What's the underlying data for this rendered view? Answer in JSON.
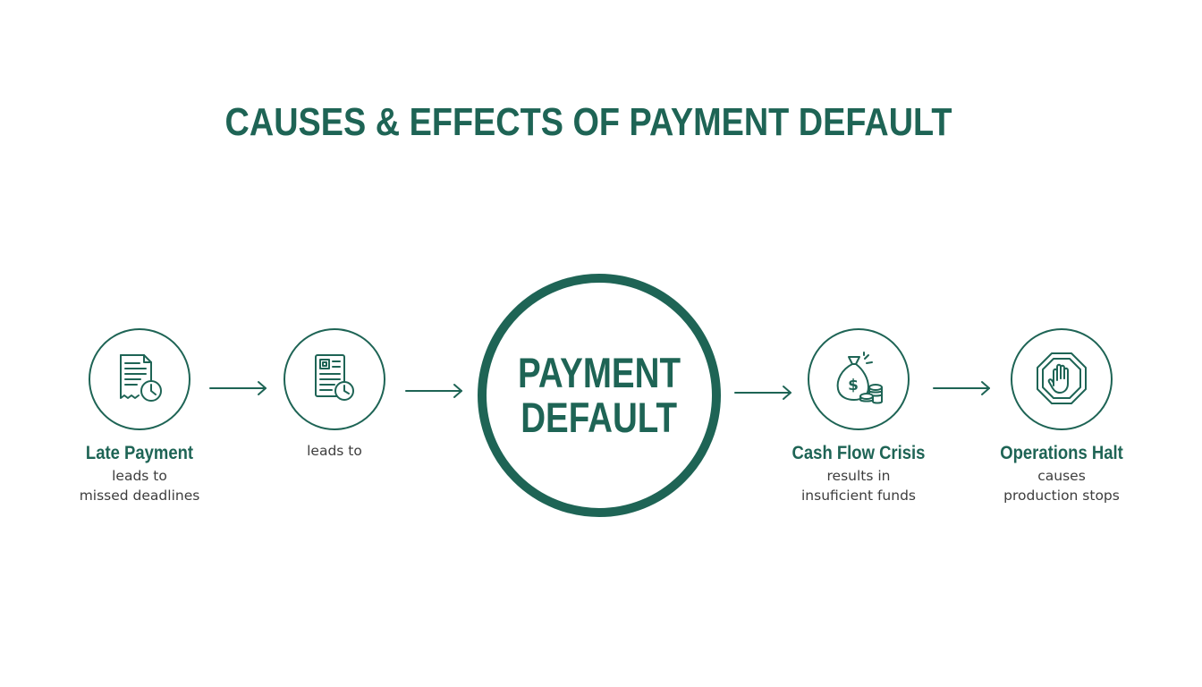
{
  "colors": {
    "accent": "#1e6455",
    "text": "#3d3d3d",
    "background": "#ffffff"
  },
  "title": "CAUSES & EFFECTS OF PAYMENT DEFAULT",
  "center": {
    "line1": "PAYMENT",
    "line2": "DEFAULT"
  },
  "nodes": [
    {
      "icon": "document-clock-icon",
      "title": "Late Payment",
      "desc1": "leads to",
      "desc2": "missed deadlines"
    },
    {
      "icon": "invoice-clock-icon",
      "title": "",
      "desc1": "leads to",
      "desc2": ""
    },
    {
      "icon": "money-bag-coins-icon",
      "title": "Cash Flow Crisis",
      "desc1": "results in",
      "desc2": "insuficient funds"
    },
    {
      "icon": "stop-hand-icon",
      "title": "Operations Halt",
      "desc1": "causes",
      "desc2": "production stops"
    }
  ]
}
